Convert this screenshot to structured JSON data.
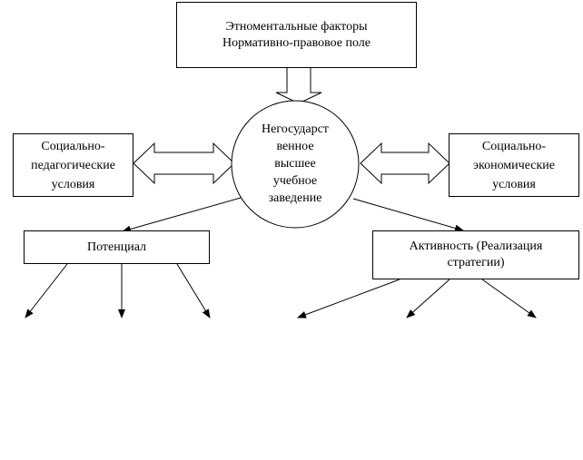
{
  "top_box": {
    "line1": "Этноментальные факторы",
    "line2": "Нормативно-правовое поле"
  },
  "center": {
    "lines": [
      "Негосударст",
      "венное",
      "высшее",
      "учебное",
      "заведение"
    ]
  },
  "left_box": {
    "lines": [
      "Социально-",
      "педагогические",
      "условия"
    ]
  },
  "right_box": {
    "lines": [
      "Социально-",
      "экономические",
      "условия"
    ]
  },
  "potential_box": {
    "label": "Потенциал"
  },
  "activity_box": {
    "line1": "Активность (Реализация",
    "line2": "стратегии)"
  }
}
